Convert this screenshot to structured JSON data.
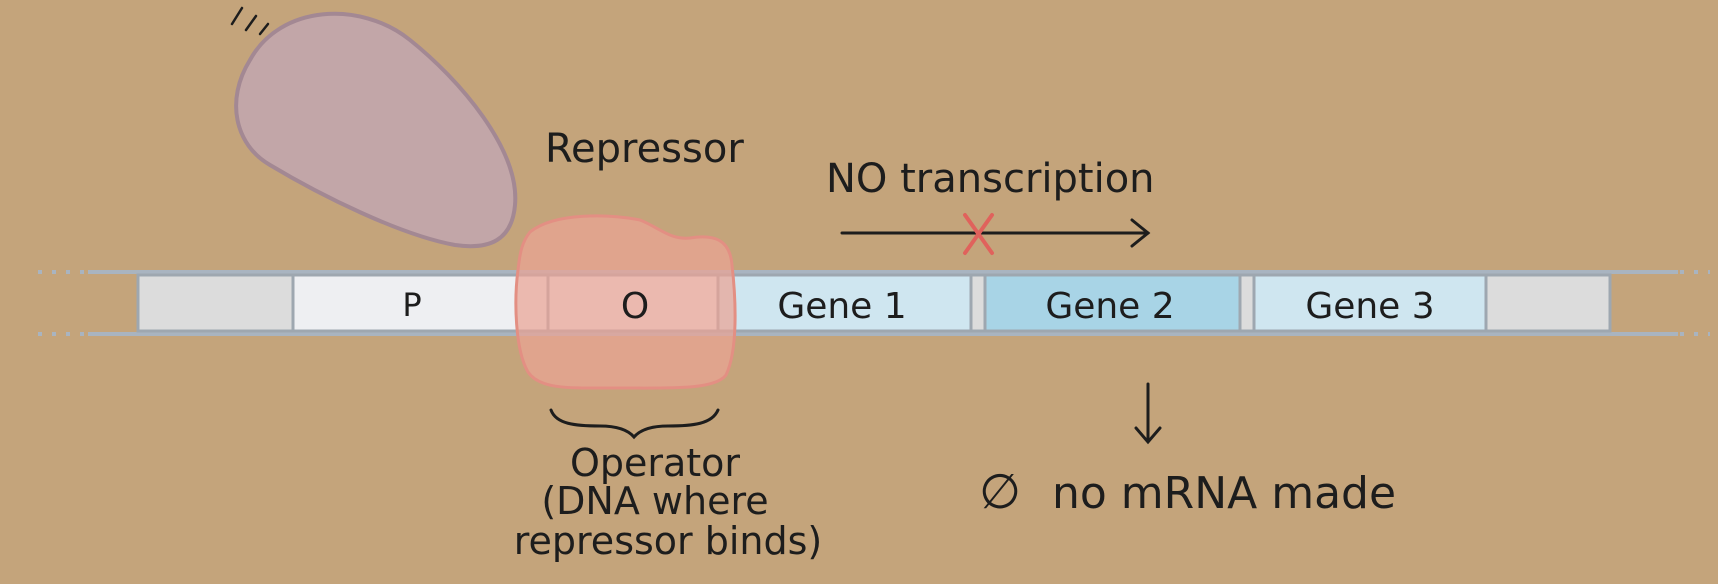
{
  "colors": {
    "background": "#c4a47b",
    "dna_track_line": "#a9b4c0",
    "flank_segment": "#dcdcdc",
    "promoter_segment": "#eeeff2",
    "operator_segment": "#eeeff2",
    "gene1_segment": "#cfe6f0",
    "gene2_segment": "#a8d4e6",
    "gene3_segment": "#cfe6f0",
    "segment_border": "#9ea7b0",
    "repressor_free": "#c2a6a8",
    "repressor_bound": "#eaa394",
    "block_mark": "#e0625c"
  },
  "dna": {
    "promoter_label": "P",
    "operator_label": "O",
    "gene1_label": "Gene 1",
    "gene2_label": "Gene 2",
    "gene3_label": "Gene 3"
  },
  "labels": {
    "repressor": "Repressor",
    "transcription": "NO transcription",
    "operator_line1": "Operator",
    "operator_line2": "(DNA where",
    "operator_line3": "repressor binds)",
    "null_symbol": "∅",
    "no_mrna": "no mRNA made"
  }
}
